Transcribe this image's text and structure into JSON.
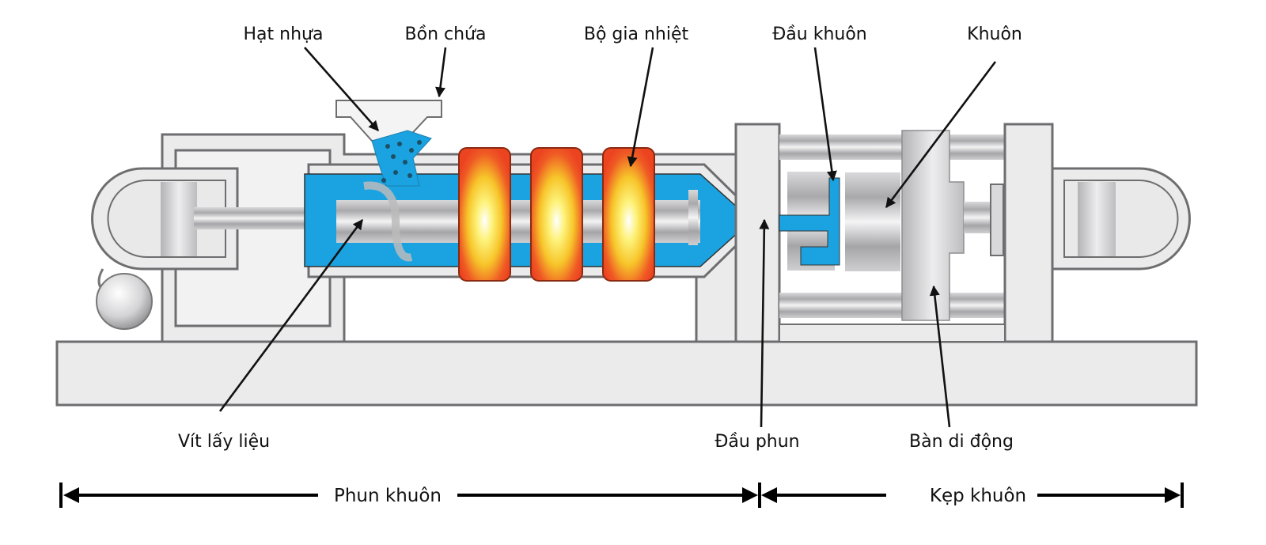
{
  "diagram": {
    "title": "Máy ép phun",
    "labels": {
      "pellets": "Hạt nhựa",
      "hopper": "Bồn chứa",
      "heater": "Bộ gia nhiệt",
      "mold_head": "Đầu khuôn",
      "mold": "Khuôn",
      "screw": "Vít lấy liệu",
      "nozzle": "Đầu phun",
      "moving_platen": "Bàn di động"
    },
    "sections": {
      "injection": "Phun khuôn",
      "clamping": "Kẹp khuôn"
    },
    "colors": {
      "plastic": "#1aa3e0",
      "heater_outer": "#ee4a22",
      "heater_inner": "#fbe33a",
      "frame": "#ebebec",
      "outline": "#6e6e70"
    },
    "heater_count": 3
  }
}
